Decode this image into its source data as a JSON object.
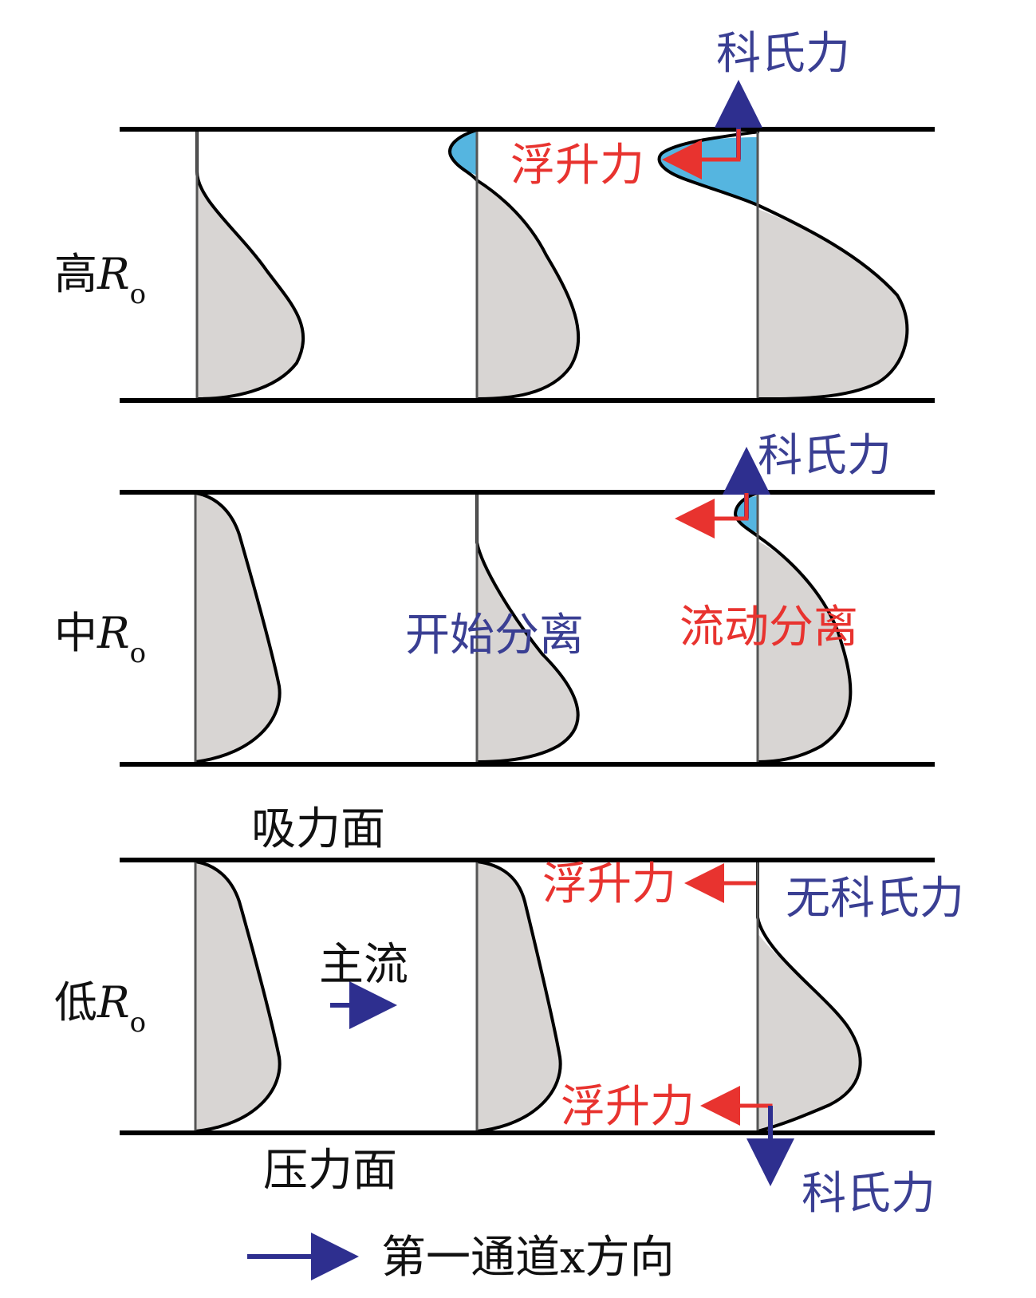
{
  "rows": {
    "high": {
      "prefix": "高",
      "r": "R",
      "sub": "o"
    },
    "mid": {
      "prefix": "中",
      "r": "R",
      "sub": "o"
    },
    "low": {
      "prefix": "低",
      "r": "R",
      "sub": "o"
    }
  },
  "labels": {
    "coriolis": "科氏力",
    "buoyancy": "浮升力",
    "separation_start": "开始分离",
    "flow_separation": "流动分离",
    "suction_surface": "吸力面",
    "pressure_surface": "压力面",
    "no_coriolis": "无科氏力",
    "main_flow": "主流"
  },
  "legend": {
    "text": "第一通道x方向"
  },
  "colors": {
    "wall": "#000000",
    "profile_fill": "#d8d5d3",
    "reverse_fill": "#55b5e0",
    "blue_arrow": "#2e2f8f",
    "red_arrow": "#e8332f",
    "blue_text": "#3a3f93",
    "red_text": "#e8332f"
  }
}
